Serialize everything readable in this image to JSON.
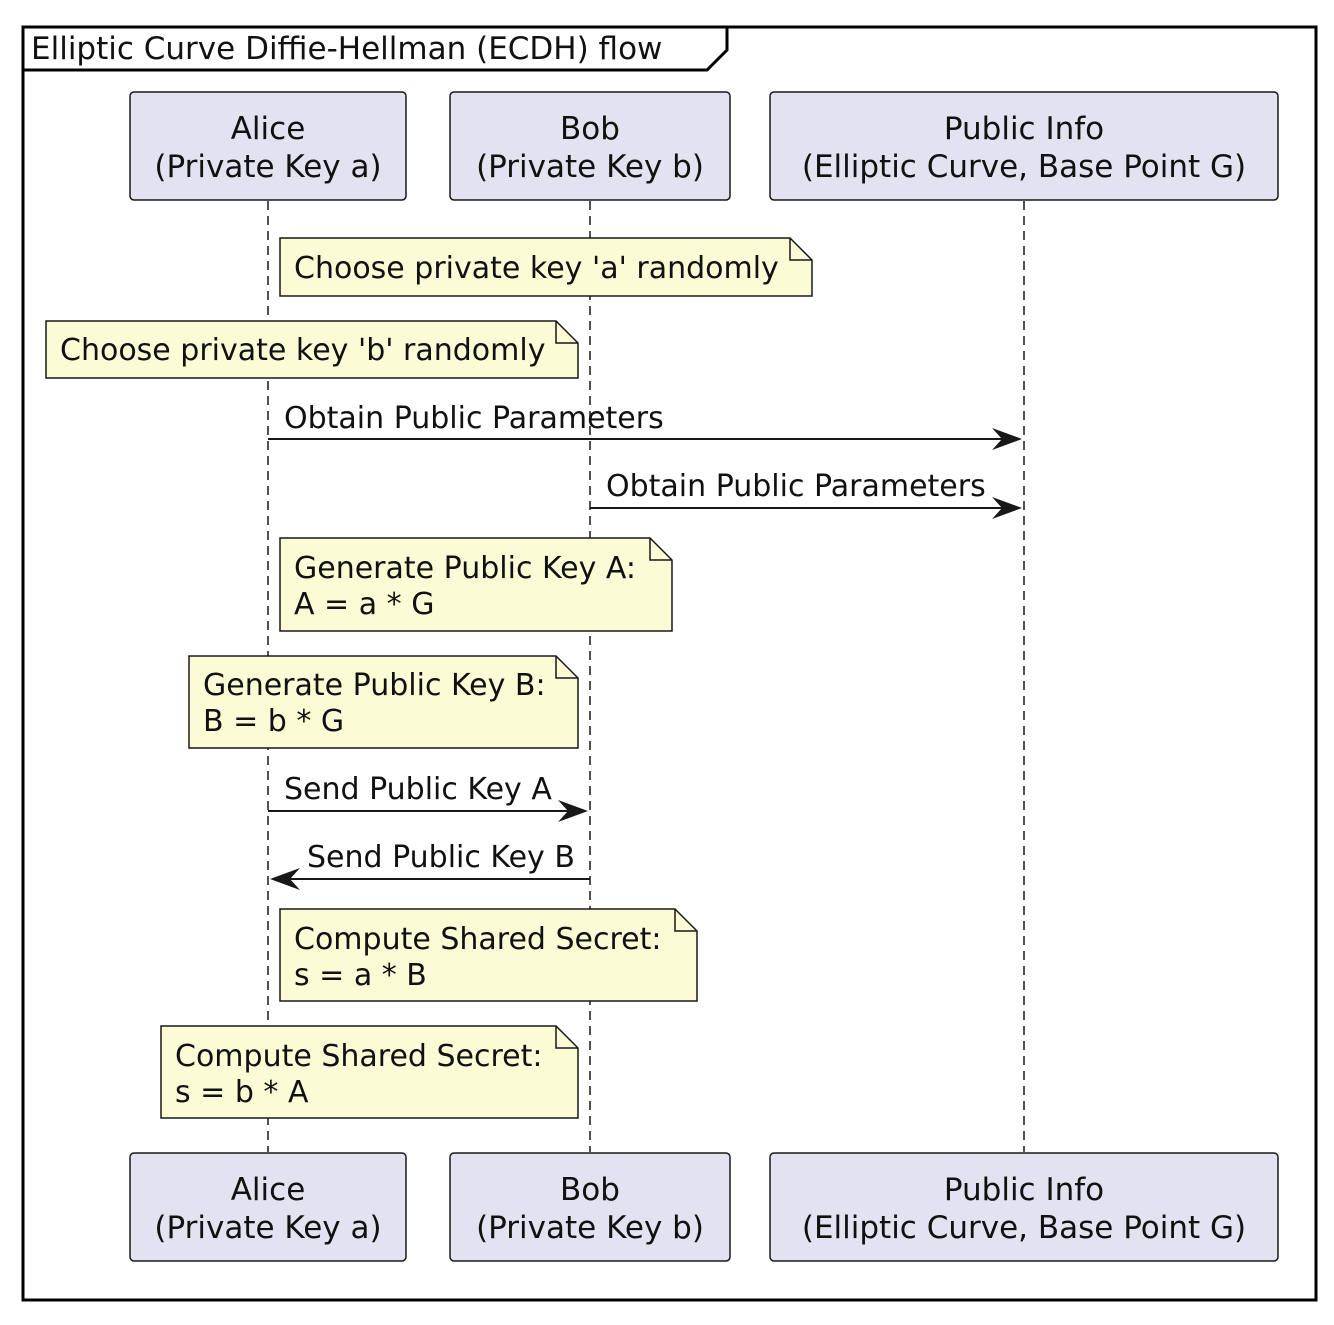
{
  "frame": {
    "title": "Elliptic Curve Diffie-Hellman (ECDH) flow"
  },
  "participants": [
    {
      "id": "alice",
      "line1": "Alice",
      "line2": "(Private Key a)"
    },
    {
      "id": "bob",
      "line1": "Bob",
      "line2": "(Private Key b)"
    },
    {
      "id": "public",
      "line1": "Public Info",
      "line2": "(Elliptic Curve, Base Point G)"
    }
  ],
  "notes": [
    {
      "lines": [
        "Choose private key 'a' randomly"
      ]
    },
    {
      "lines": [
        "Choose private key 'b' randomly"
      ]
    },
    {
      "lines": [
        "Generate Public Key A:",
        "A = a * G"
      ]
    },
    {
      "lines": [
        "Generate Public Key B:",
        "B = b * G"
      ]
    },
    {
      "lines": [
        "Compute Shared Secret:",
        "s = a * B"
      ]
    },
    {
      "lines": [
        "Compute Shared Secret:",
        "s = b * A"
      ]
    }
  ],
  "messages": [
    {
      "from": "alice",
      "to": "public",
      "label": "Obtain Public Parameters"
    },
    {
      "from": "bob",
      "to": "public",
      "label": "Obtain Public Parameters"
    },
    {
      "from": "alice",
      "to": "bob",
      "label": "Send Public Key A"
    },
    {
      "from": "bob",
      "to": "alice",
      "label": "Send Public Key B"
    }
  ],
  "colors": {
    "participant_fill": "#e2e2f0",
    "participant_stroke": "#181818",
    "note_fill": "#fbfbd6",
    "note_stroke": "#181818",
    "line": "#181818",
    "frame": "#000000"
  }
}
